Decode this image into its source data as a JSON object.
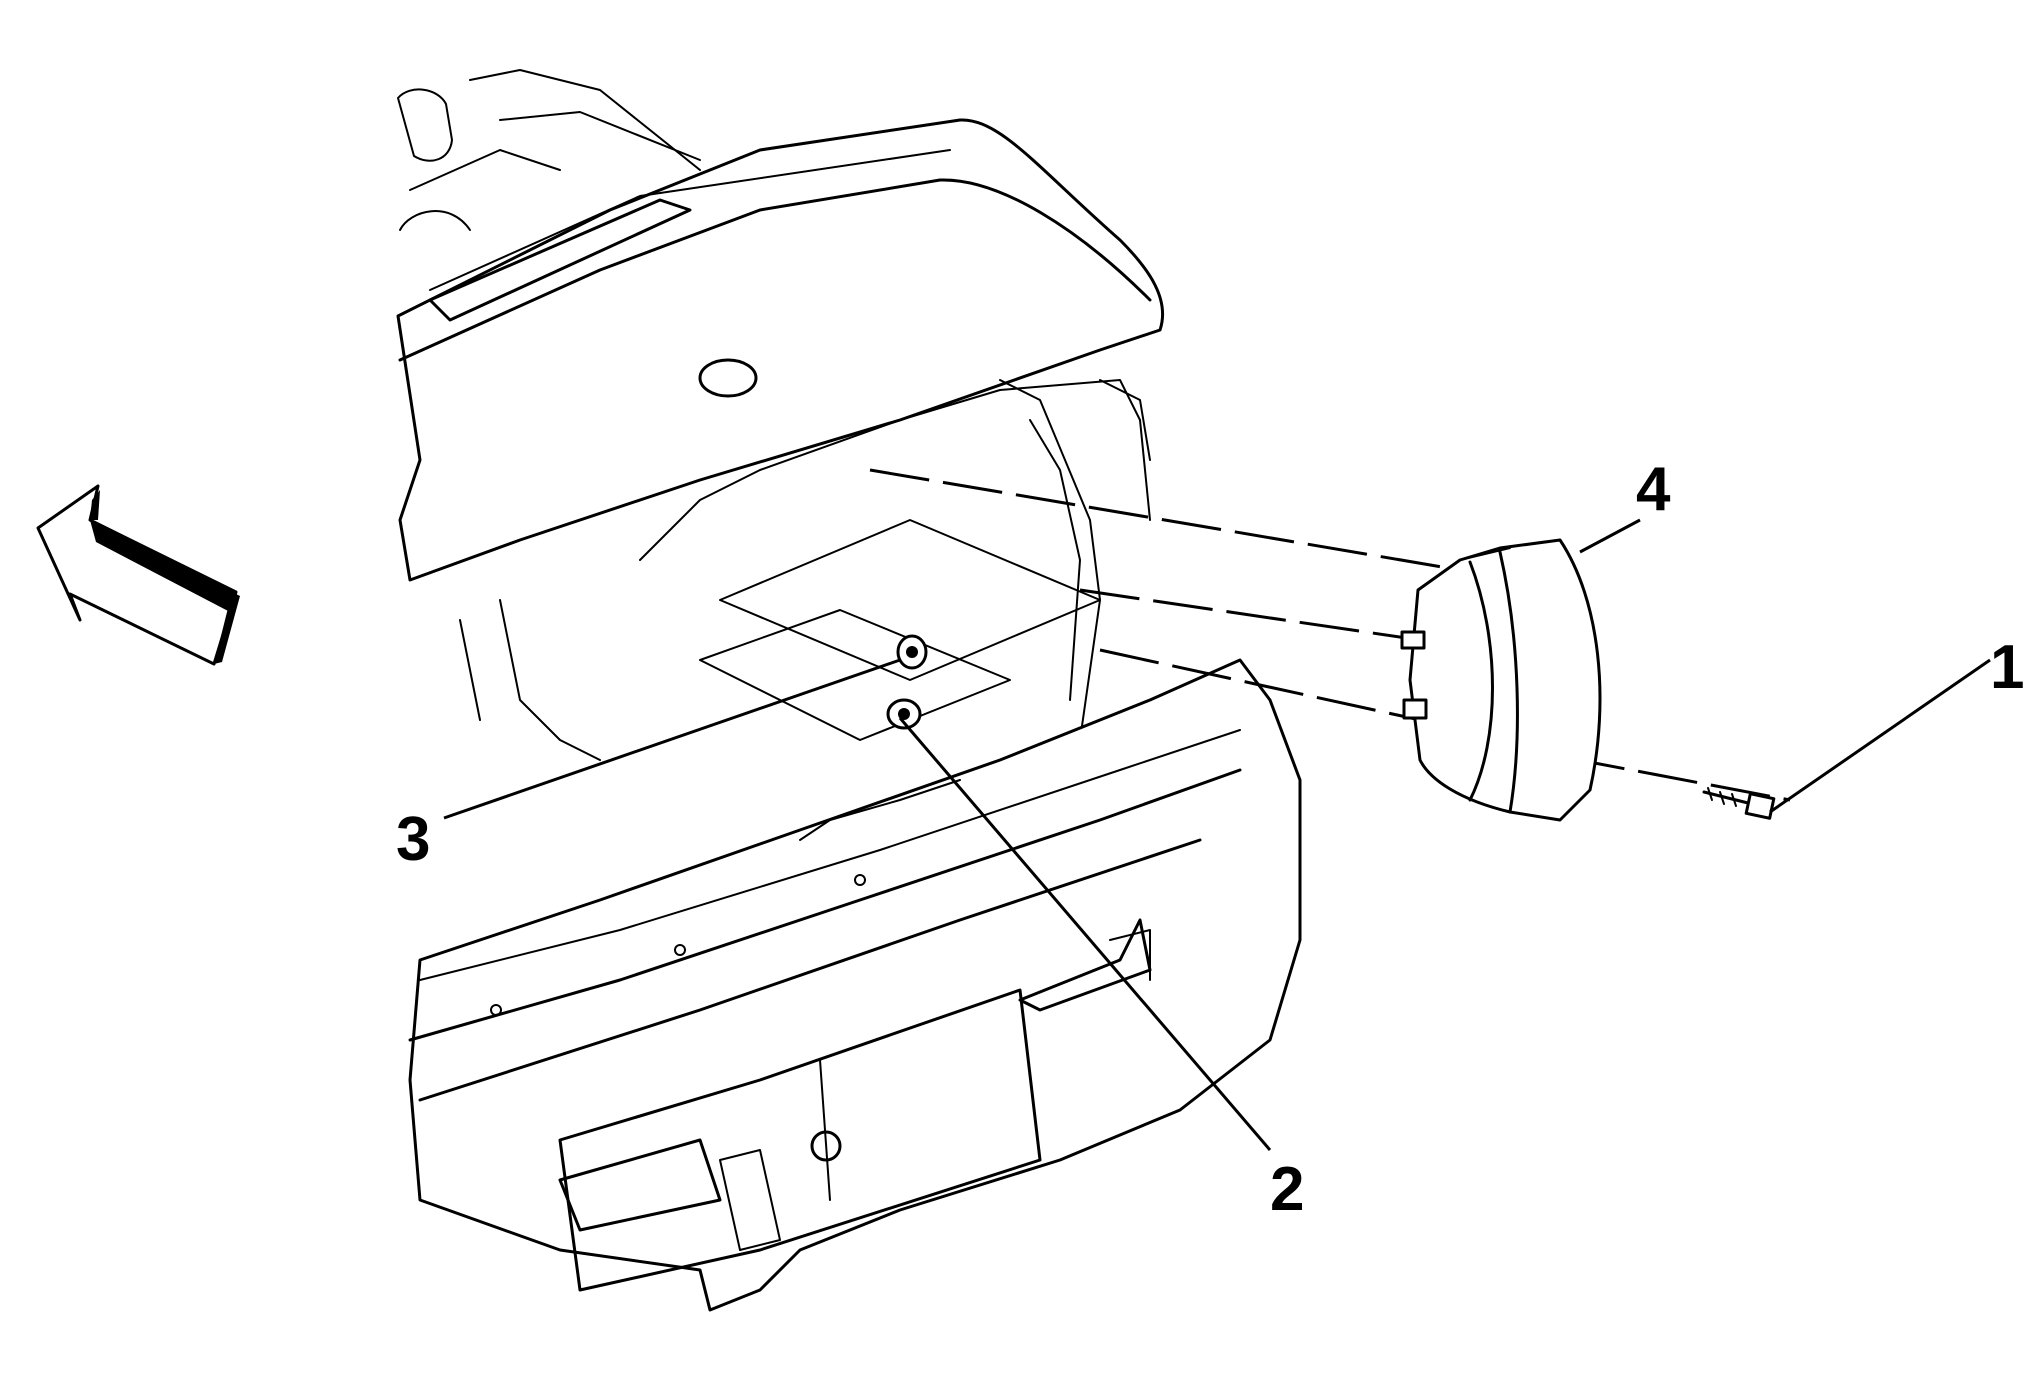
{
  "diagram": {
    "type": "exploded-parts-illustration",
    "callouts": [
      {
        "id": "1",
        "text": "1"
      },
      {
        "id": "2",
        "text": "2"
      },
      {
        "id": "3",
        "text": "3"
      },
      {
        "id": "4",
        "text": "4"
      }
    ],
    "direction_arrow_icon": "front-direction-arrow-icon",
    "colors": {
      "line": "#000000",
      "background": "#ffffff"
    }
  }
}
